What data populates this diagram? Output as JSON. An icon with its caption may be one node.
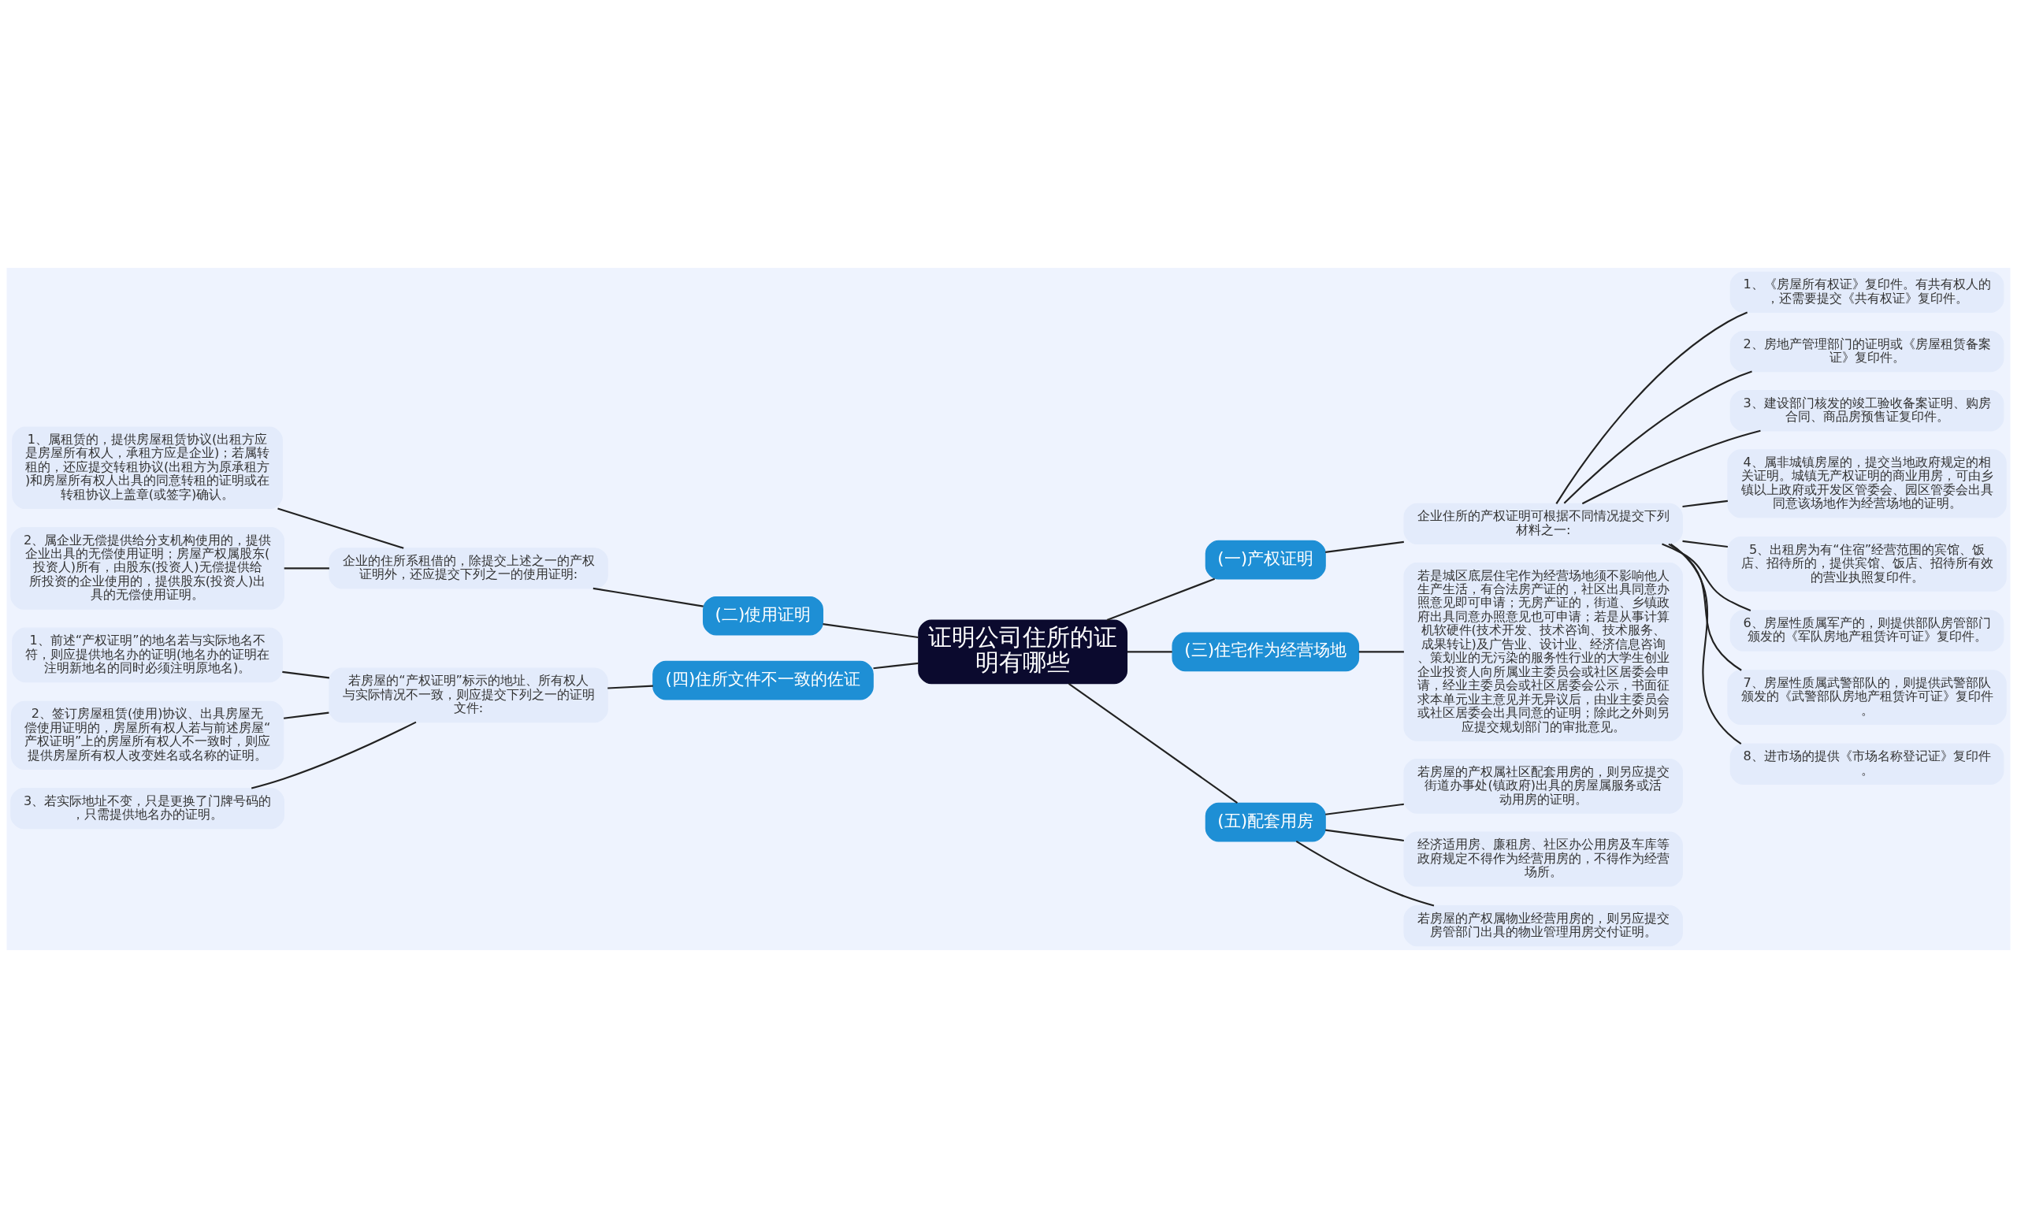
{
  "diagram": {
    "nodes": [
      {
        "text": [
          "证明公司住所的证明有哪些"
        ]
      },
      {
        "text": [
          "(一)产权证明"
        ]
      },
      {
        "text": [
          "企业住所的产权证明可根据不同情况提交下列材料之一:"
        ]
      },
      {
        "text": [
          "1、《房屋所有权证》复印件。有共有权人的，还需要提交《共有权证》复印件。"
        ]
      },
      {
        "text": [
          "2、房地产管理部门的证明或《房屋租赁备案证》复印件。"
        ]
      },
      {
        "text": [
          "3、建设部门核发的竣工验收备案证明、购房合同、商品房预售证复印件。"
        ]
      },
      {
        "text": [
          "4、属非城镇房屋的，提交当地政府规定的相关证明。城镇无产权证明的商业用房，可由乡镇以上政府或开发区管委会、园区管委会出具同意该场地作为经营场地的证明。"
        ]
      },
      {
        "text": [
          "5、出租房为有“住宿”经营范围的宾馆、饭店、招待所的，提供宾馆、饭店、招待所有效的营业执照复印件。"
        ]
      },
      {
        "text": [
          "6、房屋性质属军产的，则提供部队房管部门颁发的《军队房地产租赁许可证》复印件。"
        ]
      },
      {
        "text": [
          "7、房屋性质属武警部队的，则提供武警部队颁发的《武警部队房地产租赁许可证》复印件。"
        ]
      },
      {
        "text": [
          "8、进市场的提供《市场名称登记证》复印件。"
        ]
      },
      {
        "text": [
          "(二)使用证明"
        ]
      },
      {
        "text": [
          "企业的住所系租借的，除提交上述之一的产权证明外，还应提交下列之一的使用证明:"
        ]
      },
      {
        "text": [
          "1、属租赁的，提供房屋租赁协议(出租方应是房屋所有权人，承租方应是企业)；若属转租的，还应提交转租协议(出租方为原承租方)和房屋所有权人出具的同意转租的证明或在转租协议上盖章(或签字)确认。"
        ]
      },
      {
        "text": [
          "2、属企业无偿提供给分支机构使用的，提供企业出具的无偿使用证明；房屋产权属股东(投资人)所有，由股东(投资人)无偿提供给所投资的企业使用的，提供股东(投资人)出具的无偿使用证明。"
        ]
      },
      {
        "text": [
          "(三)住宅作为经营场地"
        ]
      },
      {
        "text": [
          "若是城区底层住宅作为经营场地须不影响他人生产生活，有合法房产证的，社区出具同意办照意见即可申请；无房产证的，街道、乡镇政府出具同意办照意见也可申请；若是从事计算机软硬件(技术开发、技术咨询、技术服务、成果转让)及广告业、设计业、经济信息咨询、策划业的无污染的服务性行业的大学生创业企业投资人向所属业主委员会或社区居委会申请，经业主委员会或社区居委会公示，书面征求本单元业主意见并无异议后，由业主委员会或社区居委会出具同意的证明；除此之外则另应提交规划部门的审批意见。"
        ]
      },
      {
        "text": [
          "(四)住所文件不一致的佐证"
        ]
      },
      {
        "text": [
          "若房屋的“产权证明”标示的地址、所有权人与实际情况不一致，则应提交下列之一的证明文件:"
        ]
      },
      {
        "text": [
          "1、前述“产权证明”的地名若与实际地名不符，则应提供地名办的证明(地名办的证明在注明新地名的同时必须注明原地名)。"
        ]
      },
      {
        "text": [
          "2、签订房屋租赁(使用)协议、出具房屋无偿使用证明的，房屋所有权人若与前述房屋“产权证明”上的房屋所有权人不一致时，则应提供房屋所有权人改变姓名或名称的证明。"
        ]
      },
      {
        "text": [
          "3、若实际地址不变，只是更换了门牌号码的，只需提供地名办的证明。"
        ]
      },
      {
        "text": [
          "(五)配套用房"
        ]
      },
      {
        "text": [
          "若房屋的产权属社区配套用房的，则另应提交街道办事处(镇政府)出具的房屋属服务或活动用房的证明。"
        ]
      },
      {
        "text": [
          "经济适用房、廉租房、社区办公用房及车库等政府规定不得作为经营用房的，不得作为经营场所。"
        ]
      },
      {
        "text": [
          "若房屋的产权属物业经营用房的，则另应提交房管部门出具的物业管理用房交付证明。"
        ]
      }
    ],
    "edges": [
      {
        "from": 0,
        "to": 1,
        "arrow": "none"
      },
      {
        "from": 1,
        "to": 2,
        "arrow": "none"
      },
      {
        "from": 2,
        "to": 3,
        "arrow": "none"
      },
      {
        "from": 2,
        "to": 4,
        "arrow": "none"
      },
      {
        "from": 2,
        "to": 5,
        "arrow": "none"
      },
      {
        "from": 2,
        "to": 6,
        "arrow": "none"
      },
      {
        "from": 2,
        "to": 7,
        "arrow": "none"
      },
      {
        "from": 2,
        "to": 8,
        "arrow": "none"
      },
      {
        "from": 2,
        "to": 9,
        "arrow": "none"
      },
      {
        "from": 2,
        "to": 10,
        "arrow": "none"
      },
      {
        "from": 0,
        "to": 11,
        "arrow": "none"
      },
      {
        "from": 11,
        "to": 12,
        "arrow": "none"
      },
      {
        "from": 12,
        "to": 13,
        "arrow": "none"
      },
      {
        "from": 12,
        "to": 14,
        "arrow": "none"
      },
      {
        "from": 0,
        "to": 15,
        "arrow": "none"
      },
      {
        "from": 15,
        "to": 16,
        "arrow": "none"
      },
      {
        "from": 0,
        "to": 17,
        "arrow": "none"
      },
      {
        "from": 17,
        "to": 18,
        "arrow": "none"
      },
      {
        "from": 18,
        "to": 19,
        "arrow": "none"
      },
      {
        "from": 18,
        "to": 20,
        "arrow": "none"
      },
      {
        "from": 18,
        "to": 21,
        "arrow": "none"
      },
      {
        "from": 0,
        "to": 22,
        "arrow": "none"
      },
      {
        "from": 22,
        "to": 23,
        "arrow": "none"
      },
      {
        "from": 22,
        "to": 24,
        "arrow": "none"
      },
      {
        "from": 22,
        "to": 25,
        "arrow": "none"
      }
    ]
  }
}
